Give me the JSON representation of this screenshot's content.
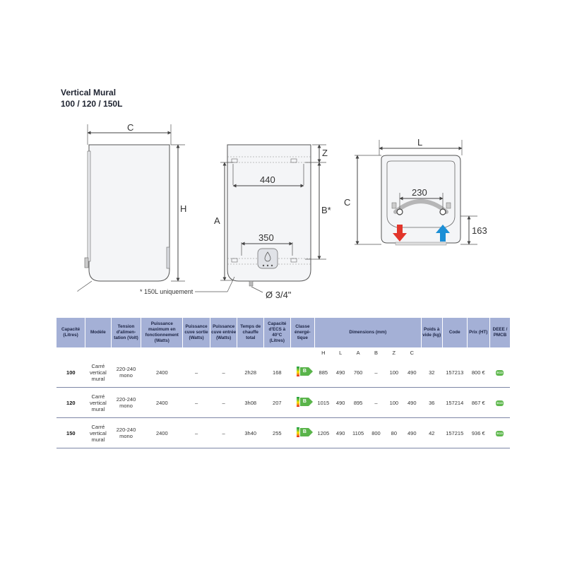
{
  "title": {
    "line1": "Vertical Mural",
    "line2": "100 / 120 / 150L"
  },
  "drawing_labels": {
    "c": "C",
    "h": "H",
    "a": "A",
    "b_star": "B*",
    "z": "Z",
    "w440": "440",
    "w350": "350",
    "l": "L",
    "w230": "230",
    "c_side": "C",
    "h163": "163",
    "note_150l": "* 150L uniquement",
    "diameter": "Ø 3/4\""
  },
  "colors": {
    "header_bg": "#a4b0d6",
    "hot_arrow": "#e2352b",
    "cold_arrow": "#1c8fd6",
    "energy_green": "#59b44a"
  },
  "table": {
    "headers": {
      "capacity": "Capacité (Litres)",
      "model": "Modèle",
      "voltage": "Tension d'alimen-tation (Volt)",
      "power_max": "Puissance maximum en fonctionnement (Watts)",
      "power_out": "Puissance cuve sortie (Watts)",
      "power_in": "Puissance cuve entrée (Watts)",
      "heat_time": "Temps de chauffe total",
      "ecs_capacity": "Capacité d'ECS à 40°C (Litres)",
      "energy_class": "Classe énergé-tique",
      "dimensions": "Dimensions (mm)",
      "weight": "Poids à vide (kg)",
      "code": "Code",
      "price": "Prix (HT)",
      "deee": "DEEE / PMCB"
    },
    "dim_subheaders": [
      "H",
      "L",
      "A",
      "B",
      "Z",
      "C"
    ],
    "rows": [
      {
        "capacity": "100",
        "model": "Carré vertical mural",
        "voltage": "220-240 mono",
        "power_max": "2400",
        "power_out": "–",
        "power_in": "–",
        "heat_time": "2h28",
        "ecs": "168",
        "energy_class": "B",
        "h": "885",
        "l": "490",
        "a": "760",
        "b": "–",
        "z": "100",
        "c": "490",
        "weight": "32",
        "code": "157213",
        "price": "800 €",
        "deee": "ECO"
      },
      {
        "capacity": "120",
        "model": "Carré vertical mural",
        "voltage": "220-240 mono",
        "power_max": "2400",
        "power_out": "–",
        "power_in": "–",
        "heat_time": "3h08",
        "ecs": "207",
        "energy_class": "B",
        "h": "1015",
        "l": "490",
        "a": "895",
        "b": "–",
        "z": "100",
        "c": "490",
        "weight": "36",
        "code": "157214",
        "price": "867 €",
        "deee": "ECO"
      },
      {
        "capacity": "150",
        "model": "Carré vertical mural",
        "voltage": "220-240 mono",
        "power_max": "2400",
        "power_out": "–",
        "power_in": "–",
        "heat_time": "3h40",
        "ecs": "255",
        "energy_class": "B",
        "h": "1205",
        "l": "490",
        "a": "1105",
        "b": "800",
        "z": "80",
        "c": "490",
        "weight": "42",
        "code": "157215",
        "price": "936 €",
        "deee": "ECO"
      }
    ]
  }
}
